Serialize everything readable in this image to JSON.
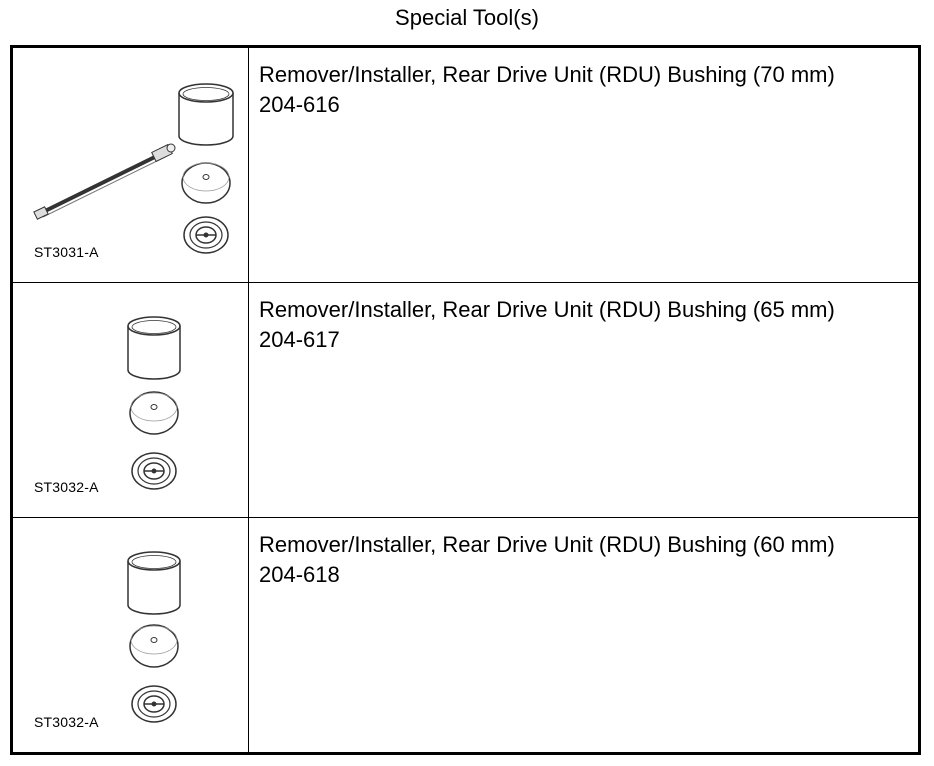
{
  "page": {
    "title": "Special Tool(s)"
  },
  "tools": [
    {
      "description": "Remover/Installer, Rear Drive Unit (RDU) Bushing (70 mm)",
      "number": "204-616",
      "image_code": "ST3031-A",
      "image_parts": [
        "threaded-rod",
        "cup",
        "flat-disc",
        "bushing-adapter"
      ]
    },
    {
      "description": "Remover/Installer, Rear Drive Unit (RDU) Bushing (65 mm)",
      "number": "204-617",
      "image_code": "ST3032-A",
      "image_parts": [
        "cup",
        "flat-disc",
        "bushing-adapter"
      ]
    },
    {
      "description": "Remover/Installer, Rear Drive Unit (RDU) Bushing (60 mm)",
      "number": "204-618",
      "image_code": "ST3032-A",
      "image_parts": [
        "cup",
        "flat-disc",
        "bushing-adapter"
      ]
    }
  ]
}
